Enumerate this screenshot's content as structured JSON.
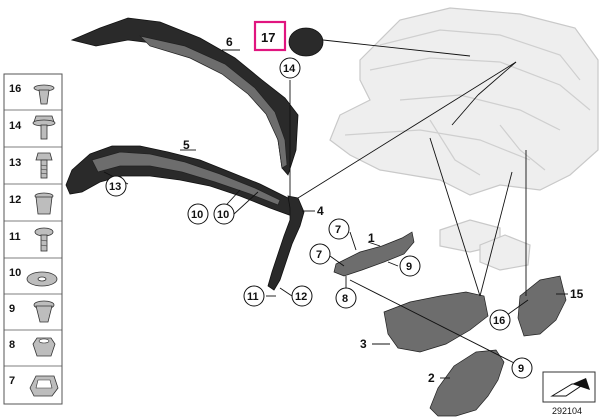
{
  "callouts": [
    {
      "id": "c17",
      "text": "17",
      "highlighted": true
    },
    {
      "id": "c6",
      "text": "6"
    },
    {
      "id": "c14",
      "text": "14"
    },
    {
      "id": "c5",
      "text": "5"
    },
    {
      "id": "c13",
      "text": "13"
    },
    {
      "id": "c10a",
      "text": "10"
    },
    {
      "id": "c10b",
      "text": "10"
    },
    {
      "id": "c4",
      "text": "4"
    },
    {
      "id": "c7a",
      "text": "7"
    },
    {
      "id": "c1",
      "text": "1"
    },
    {
      "id": "c7b",
      "text": "7"
    },
    {
      "id": "c9a",
      "text": "9"
    },
    {
      "id": "c8",
      "text": "8"
    },
    {
      "id": "c11",
      "text": "11"
    },
    {
      "id": "c12",
      "text": "12"
    },
    {
      "id": "c3",
      "text": "3"
    },
    {
      "id": "c16",
      "text": "16"
    },
    {
      "id": "c15",
      "text": "15"
    },
    {
      "id": "c2",
      "text": "2"
    },
    {
      "id": "c9b",
      "text": "9"
    }
  ],
  "side_panel": [
    {
      "number": "16",
      "hardware": "expanding-rivet"
    },
    {
      "number": "14",
      "hardware": "collar-screw"
    },
    {
      "number": "13",
      "hardware": "hex-screw"
    },
    {
      "number": "12",
      "hardware": "expanding-nut"
    },
    {
      "number": "11",
      "hardware": "screw"
    },
    {
      "number": "10",
      "hardware": "washer"
    },
    {
      "number": "9",
      "hardware": "clip-nut"
    },
    {
      "number": "8",
      "hardware": "hex-nut"
    },
    {
      "number": "7",
      "hardware": "spring-clip"
    }
  ],
  "reference_number": "292104",
  "colors": {
    "highlight": "#e0157f",
    "part": "#2a2a2a",
    "frame": "#eeeeee"
  }
}
